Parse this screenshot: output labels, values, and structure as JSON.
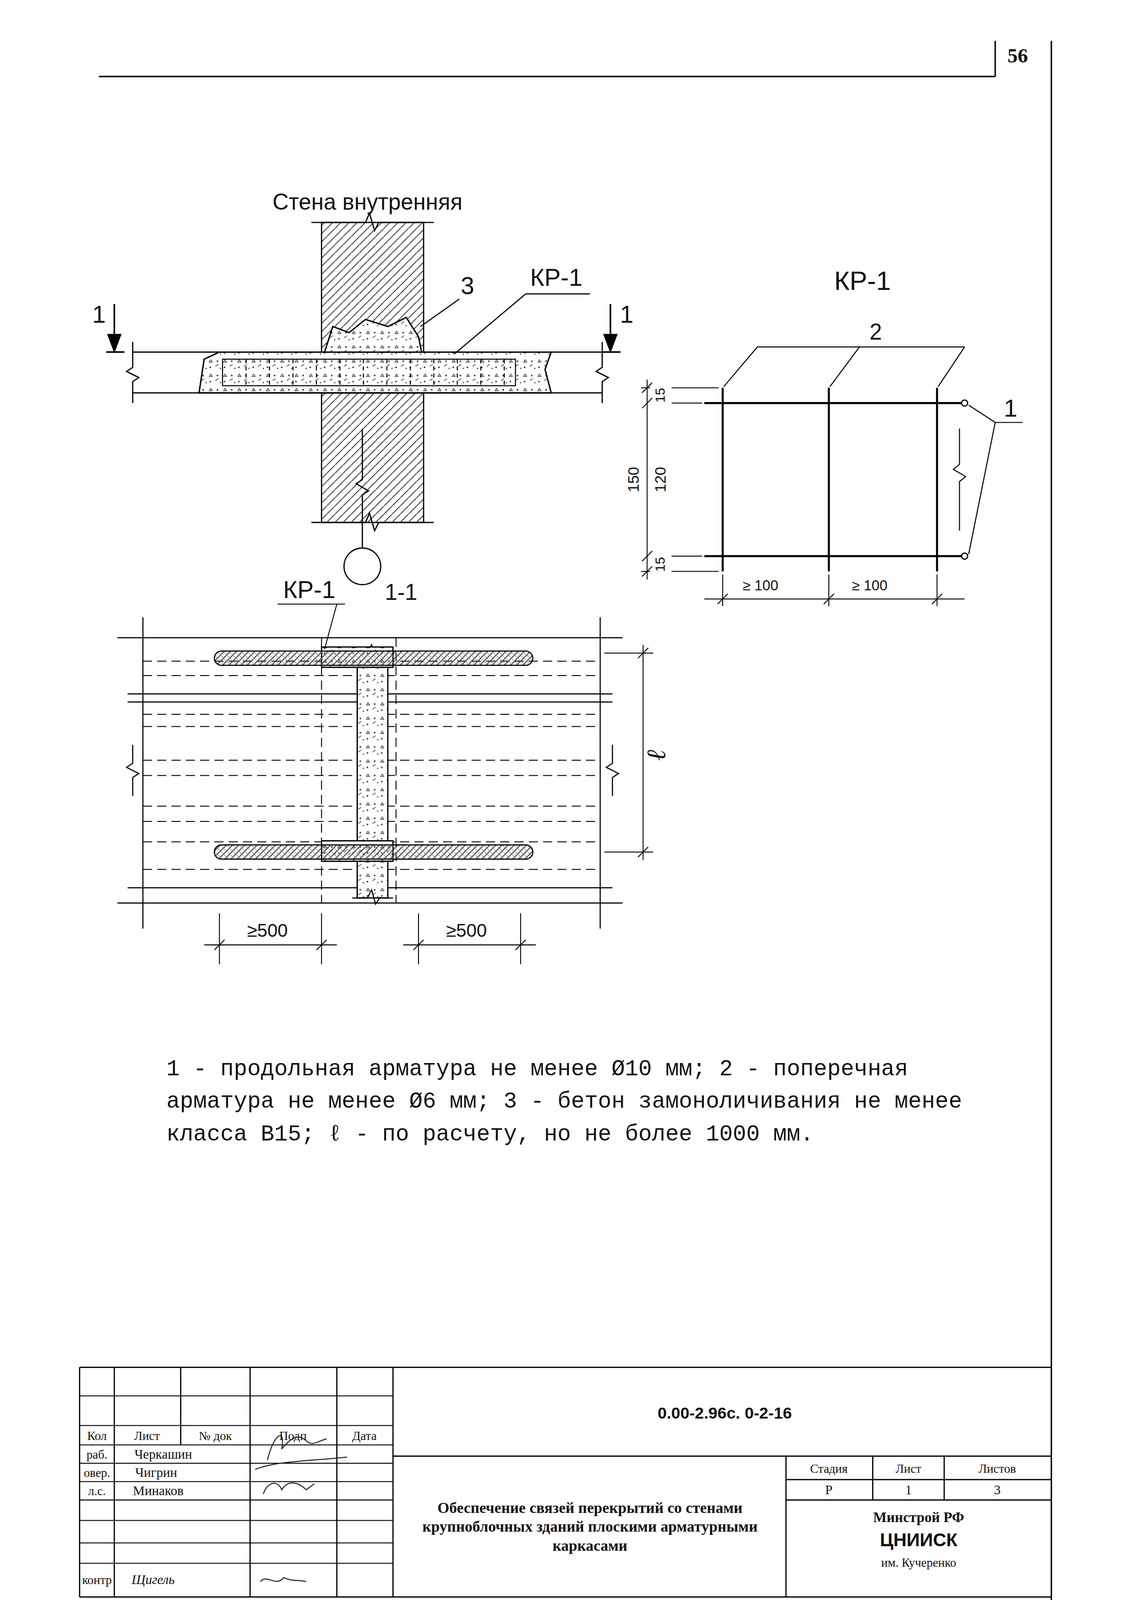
{
  "diagram": {
    "labels": [
      "56",
      "Стена внутренняя",
      "3",
      "КР-1",
      "1",
      "1",
      "КР-1",
      "2",
      "1",
      "15",
      "150",
      "120",
      "15",
      "≥ 100",
      "≥ 100",
      "КР-1",
      "1-1",
      "ℓ",
      "≥500",
      "≥500",
      "1 - продольная арматура не менее Ø10 мм; 2 - поперечная арматура не менее Ø6 мм; 3 - бетон замоноличивания не менее класса B15; ℓ - по расчету, но не более 1000 мм.",
      "0.00-2.96с. 0-2-16",
      "Кол",
      "Лист",
      "№ док",
      "Подп",
      "Дата",
      "раб.",
      "Черкашин",
      "овер.",
      "Чигрин",
      "л.с.",
      "Минаков",
      "контр",
      "Щигель",
      "Обеспечение связей перекрытий со стенами крупноблочных зданий плоскими арматурными каркасами",
      "Стадия",
      "Лист",
      "Листов",
      "Р",
      "1",
      "3",
      "Минстрой РФ",
      "ЦНИИСК",
      "им. Кучеренко"
    ]
  }
}
